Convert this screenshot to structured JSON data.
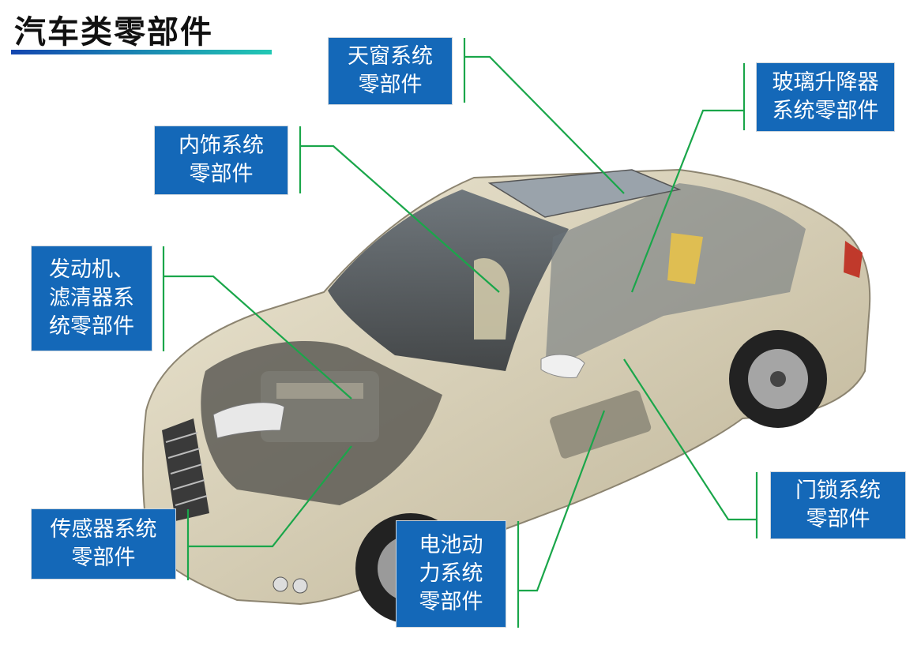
{
  "title": "汽车类零部件",
  "colors": {
    "label_bg": "#1468b8",
    "leader_line": "#1aa64a",
    "title_bar_start": "#1446b0",
    "title_bar_end": "#22c8b4",
    "car_body": "#d8cfb4",
    "car_dark": "#3c3c3c"
  },
  "labels": {
    "sunroof": [
      "天窗系统",
      "零部件"
    ],
    "window_lifter": [
      "玻璃升降器",
      "系统零部件"
    ],
    "interior": [
      "内饰系统",
      "零部件"
    ],
    "engine": [
      "发动机、",
      "滤清器系",
      "统零部件"
    ],
    "sensor": [
      "传感器系统",
      "零部件"
    ],
    "battery": [
      "电池动",
      "力系统",
      "零部件"
    ],
    "door_lock": [
      "门锁系统",
      "零部件"
    ]
  },
  "image": {
    "subject": "cutaway-sedan-illustration"
  }
}
